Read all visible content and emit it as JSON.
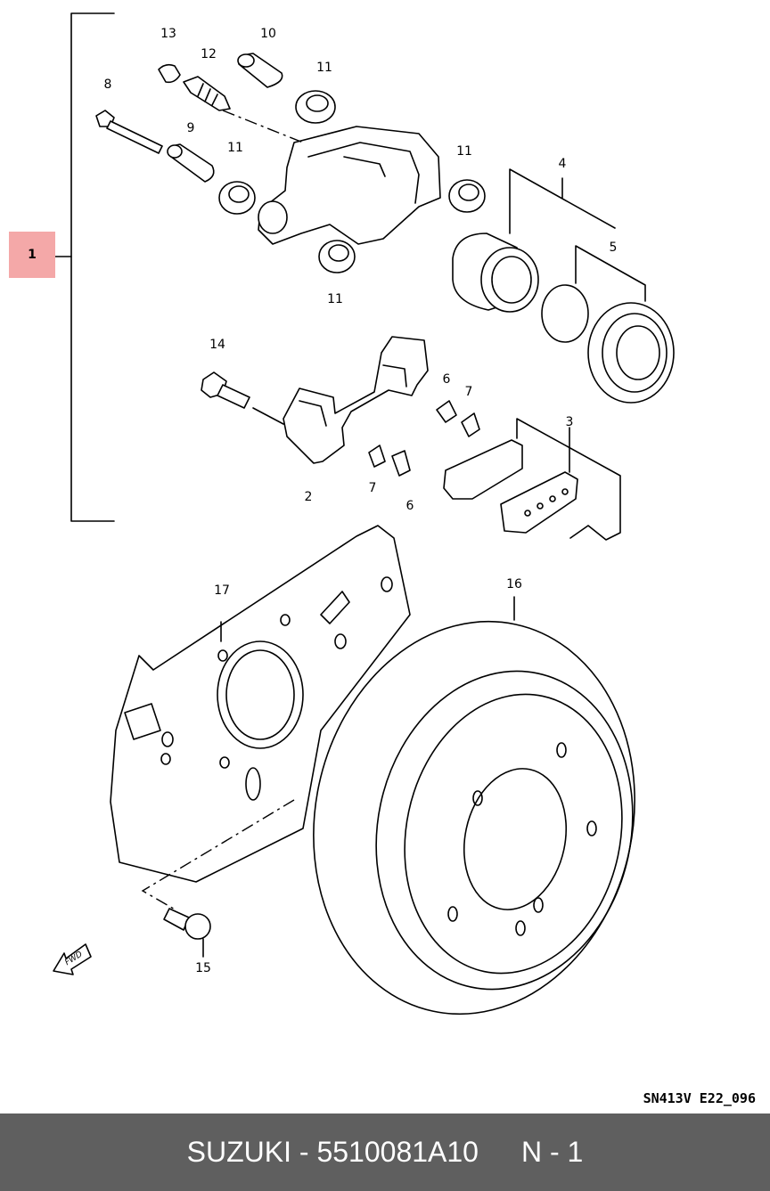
{
  "callouts": [
    {
      "id": "c1",
      "label": "1"
    },
    {
      "id": "c2",
      "label": "2"
    },
    {
      "id": "c3",
      "label": "3"
    },
    {
      "id": "c4",
      "label": "4"
    },
    {
      "id": "c5",
      "label": "5"
    },
    {
      "id": "c6a",
      "label": "6"
    },
    {
      "id": "c6b",
      "label": "6"
    },
    {
      "id": "c7a",
      "label": "7"
    },
    {
      "id": "c7b",
      "label": "7"
    },
    {
      "id": "c8",
      "label": "8"
    },
    {
      "id": "c9",
      "label": "9"
    },
    {
      "id": "c10",
      "label": "10"
    },
    {
      "id": "c11a",
      "label": "11"
    },
    {
      "id": "c11b",
      "label": "11"
    },
    {
      "id": "c11c",
      "label": "11"
    },
    {
      "id": "c11d",
      "label": "11"
    },
    {
      "id": "c12",
      "label": "12"
    },
    {
      "id": "c13",
      "label": "13"
    },
    {
      "id": "c14",
      "label": "14"
    },
    {
      "id": "c15",
      "label": "15"
    },
    {
      "id": "c16",
      "label": "16"
    },
    {
      "id": "c17",
      "label": "17"
    }
  ],
  "highlight_label": "1",
  "highlight_color": "#f4a8a8",
  "fwd_label": "FWD",
  "diagram_code": "SN413V E22_096",
  "footer": {
    "brand": "SUZUKI",
    "separator": "-",
    "part_number": "5510081A10",
    "position": "N - 1",
    "background": "#5f5f5f"
  }
}
